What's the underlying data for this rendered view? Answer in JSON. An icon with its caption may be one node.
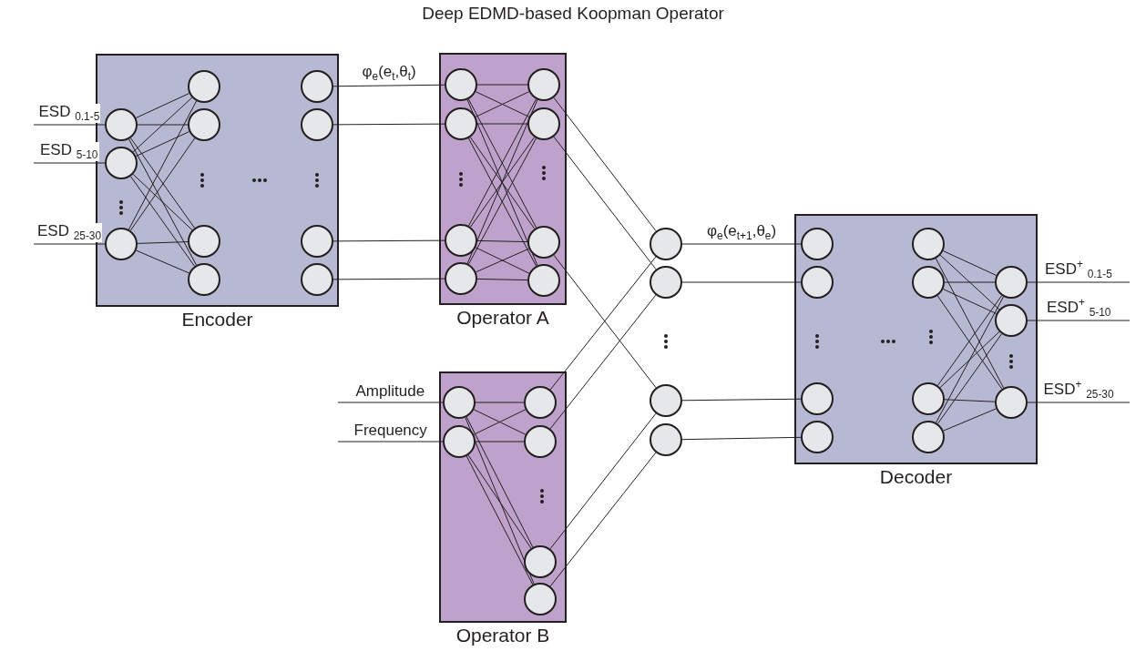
{
  "diagram": {
    "title": "Deep EDMD-based Koopman Operator",
    "nodes": [
      {
        "text": [
          "Encoder"
        ]
      },
      {
        "text": [],
        "shape": "circle",
        "in": 0
      },
      {
        "text": [],
        "shape": "circle",
        "in": 0
      },
      {
        "text": [],
        "shape": "circle",
        "in": 0
      },
      {
        "text": [],
        "shape": "circle",
        "in": 0
      },
      {
        "text": [],
        "shape": "circle",
        "in": 0
      },
      {
        "text": [],
        "shape": "circle",
        "in": 0
      },
      {
        "text": [],
        "shape": "circle",
        "in": 0
      },
      {
        "text": [],
        "shape": "circle",
        "in": 0
      },
      {
        "text": [],
        "shape": "circle",
        "in": 0
      },
      {
        "text": [],
        "shape": "circle",
        "in": 0
      },
      {
        "text": [],
        "shape": "circle",
        "in": 0
      },
      {
        "text": [
          "Operator A"
        ]
      },
      {
        "text": [],
        "shape": "circle",
        "in": 12
      },
      {
        "text": [],
        "shape": "circle",
        "in": 12
      },
      {
        "text": [],
        "shape": "circle",
        "in": 12
      },
      {
        "text": [],
        "shape": "circle",
        "in": 12
      },
      {
        "text": [],
        "shape": "circle",
        "in": 12
      },
      {
        "text": [],
        "shape": "circle",
        "in": 12
      },
      {
        "text": [],
        "shape": "circle",
        "in": 12
      },
      {
        "text": [],
        "shape": "circle",
        "in": 12
      },
      {
        "text": [
          "Operator B"
        ]
      },
      {
        "text": [],
        "shape": "circle",
        "in": 21
      },
      {
        "text": [],
        "shape": "circle",
        "in": 21
      },
      {
        "text": [],
        "shape": "circle",
        "in": 21
      },
      {
        "text": [],
        "shape": "circle",
        "in": 21
      },
      {
        "text": [],
        "shape": "circle",
        "in": 21
      },
      {
        "text": [],
        "shape": "circle",
        "in": 21
      },
      {
        "text": [],
        "shape": "circle"
      },
      {
        "text": [],
        "shape": "circle"
      },
      {
        "text": [],
        "shape": "circle"
      },
      {
        "text": [],
        "shape": "circle"
      },
      {
        "text": [
          "Decoder"
        ]
      },
      {
        "text": [],
        "shape": "circle",
        "in": 32
      },
      {
        "text": [],
        "shape": "circle",
        "in": 32
      },
      {
        "text": [],
        "shape": "circle",
        "in": 32
      },
      {
        "text": [],
        "shape": "circle",
        "in": 32
      },
      {
        "text": [],
        "shape": "circle",
        "in": 32
      },
      {
        "text": [],
        "shape": "circle",
        "in": 32
      },
      {
        "text": [],
        "shape": "circle",
        "in": 32
      },
      {
        "text": [],
        "shape": "circle",
        "in": 32
      },
      {
        "text": [],
        "shape": "circle",
        "in": 32
      },
      {
        "text": [],
        "shape": "circle",
        "in": 32
      },
      {
        "text": [],
        "shape": "circle",
        "in": 32
      }
    ],
    "edges": [
      {
        "from": null,
        "to": 1,
        "arrow": "none",
        "label": "ESD $_{0.1-5}$"
      },
      {
        "from": null,
        "to": 2,
        "arrow": "none",
        "label": "ESD $_{5-10}$"
      },
      {
        "from": null,
        "to": 3,
        "arrow": "none",
        "label": "ESD $_{25-30}$"
      },
      {
        "from": 1,
        "to": 4,
        "arrow": "none"
      },
      {
        "from": 1,
        "to": 5,
        "arrow": "none"
      },
      {
        "from": 1,
        "to": 6,
        "arrow": "none"
      },
      {
        "from": 1,
        "to": 7,
        "arrow": "none"
      },
      {
        "from": 2,
        "to": 4,
        "arrow": "none"
      },
      {
        "from": 2,
        "to": 5,
        "arrow": "none"
      },
      {
        "from": 2,
        "to": 6,
        "arrow": "none"
      },
      {
        "from": 2,
        "to": 7,
        "arrow": "none"
      },
      {
        "from": 3,
        "to": 4,
        "arrow": "none"
      },
      {
        "from": 3,
        "to": 5,
        "arrow": "none"
      },
      {
        "from": 3,
        "to": 6,
        "arrow": "none"
      },
      {
        "from": 3,
        "to": 7,
        "arrow": "none"
      },
      {
        "from": 8,
        "to": 13,
        "arrow": "none",
        "label": "φ$_{e}$(e$_{t}$,θ$_{t}$)"
      },
      {
        "from": 9,
        "to": 14,
        "arrow": "none"
      },
      {
        "from": 10,
        "to": 15,
        "arrow": "none"
      },
      {
        "from": 11,
        "to": 16,
        "arrow": "none"
      },
      {
        "from": 13,
        "to": 17,
        "arrow": "none"
      },
      {
        "from": 13,
        "to": 18,
        "arrow": "none"
      },
      {
        "from": 13,
        "to": 19,
        "arrow": "none"
      },
      {
        "from": 13,
        "to": 20,
        "arrow": "none"
      },
      {
        "from": 14,
        "to": 17,
        "arrow": "none"
      },
      {
        "from": 14,
        "to": 18,
        "arrow": "none"
      },
      {
        "from": 14,
        "to": 19,
        "arrow": "none"
      },
      {
        "from": 14,
        "to": 20,
        "arrow": "none"
      },
      {
        "from": 15,
        "to": 17,
        "arrow": "none"
      },
      {
        "from": 15,
        "to": 18,
        "arrow": "none"
      },
      {
        "from": 15,
        "to": 19,
        "arrow": "none"
      },
      {
        "from": 15,
        "to": 20,
        "arrow": "none"
      },
      {
        "from": 16,
        "to": 17,
        "arrow": "none"
      },
      {
        "from": 16,
        "to": 18,
        "arrow": "none"
      },
      {
        "from": 16,
        "to": 19,
        "arrow": "none"
      },
      {
        "from": 16,
        "to": 20,
        "arrow": "none"
      },
      {
        "from": 17,
        "to": 28,
        "arrow": "none"
      },
      {
        "from": 18,
        "to": 29,
        "arrow": "none"
      },
      {
        "from": 19,
        "to": 30,
        "arrow": "none"
      },
      {
        "from": null,
        "to": 22,
        "arrow": "none",
        "label": "Amplitude"
      },
      {
        "from": null,
        "to": 23,
        "arrow": "none",
        "label": "Frequency"
      },
      {
        "from": 22,
        "to": 24,
        "arrow": "none"
      },
      {
        "from": 22,
        "to": 25,
        "arrow": "none"
      },
      {
        "from": 22,
        "to": 26,
        "arrow": "none"
      },
      {
        "from": 22,
        "to": 27,
        "arrow": "none"
      },
      {
        "from": 23,
        "to": 24,
        "arrow": "none"
      },
      {
        "from": 23,
        "to": 25,
        "arrow": "none"
      },
      {
        "from": 23,
        "to": 26,
        "arrow": "none"
      },
      {
        "from": 23,
        "to": 27,
        "arrow": "none"
      },
      {
        "from": 24,
        "to": 28,
        "arrow": "none"
      },
      {
        "from": 25,
        "to": 29,
        "arrow": "none"
      },
      {
        "from": 26,
        "to": 30,
        "arrow": "none"
      },
      {
        "from": 27,
        "to": 31,
        "arrow": "none"
      },
      {
        "from": 28,
        "to": 33,
        "arrow": "none",
        "label": "φ$_{e}$(e$_{t+1}$,θ$_{e}$)"
      },
      {
        "from": 29,
        "to": 34,
        "arrow": "none"
      },
      {
        "from": 30,
        "to": 35,
        "arrow": "none"
      },
      {
        "from": 31,
        "to": 36,
        "arrow": "none"
      },
      {
        "from": 37,
        "to": 41,
        "arrow": "none"
      },
      {
        "from": 37,
        "to": 42,
        "arrow": "none"
      },
      {
        "from": 37,
        "to": 43,
        "arrow": "none"
      },
      {
        "from": 38,
        "to": 41,
        "arrow": "none"
      },
      {
        "from": 38,
        "to": 42,
        "arrow": "none"
      },
      {
        "from": 38,
        "to": 43,
        "arrow": "none"
      },
      {
        "from": 39,
        "to": 41,
        "arrow": "none"
      },
      {
        "from": 39,
        "to": 42,
        "arrow": "none"
      },
      {
        "from": 39,
        "to": 43,
        "arrow": "none"
      },
      {
        "from": 40,
        "to": 41,
        "arrow": "none"
      },
      {
        "from": 40,
        "to": 42,
        "arrow": "none"
      },
      {
        "from": 40,
        "to": 43,
        "arrow": "none"
      },
      {
        "from": 41,
        "to": null,
        "arrow": "none",
        "label": "ESD$^{+}$ $_{0.1-5}$"
      },
      {
        "from": 42,
        "to": null,
        "arrow": "none",
        "label": "ESD$^{+}$ $_{5-10}$"
      },
      {
        "from": 43,
        "to": null,
        "arrow": "none",
        "label": "ESD$^{+}$ $_{25-30}$"
      }
    ]
  }
}
